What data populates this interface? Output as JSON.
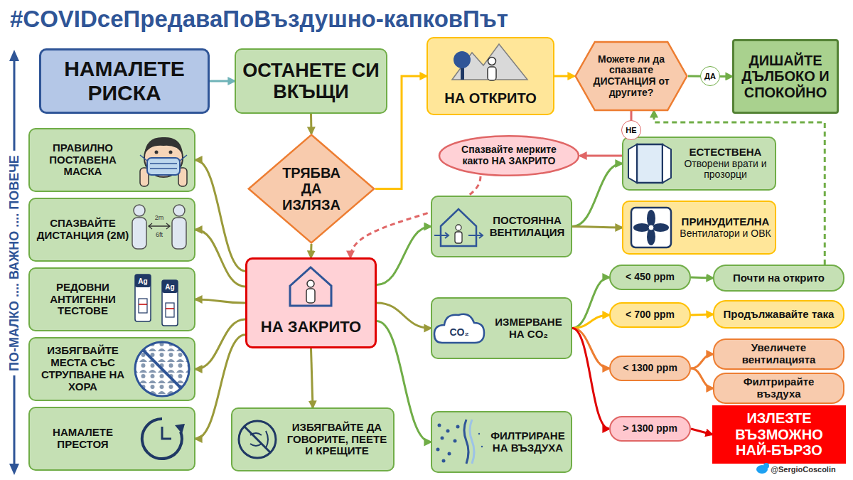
{
  "diagram": {
    "title": "#COVIDсеПредаваПоВъздушно-капковПът",
    "nodes": [
      {
        "text": [
          "НАМАЛЕТЕ РИСКА"
        ]
      },
      {
        "text": [
          "ОСТАНЕТЕ СИ ВКЪЩИ"
        ]
      },
      {
        "text": [
          "НА ОТКРИТО"
        ]
      },
      {
        "text": [
          "Можете ли да спазвате ДИСТАНЦИЯ от другите?"
        ]
      },
      {
        "text": [
          "ДИШАЙТЕ ДЪЛБОКО И СПОКОЙНО"
        ]
      },
      {
        "text": [
          "ТРЯБВА ДА ИЗЛЯЗА"
        ]
      },
      {
        "text": [
          "Спазвайте мерките както НА ЗАКРИТО"
        ]
      },
      {
        "text": [
          "ПРАВИЛНО ПОСТАВЕНА МАСКА"
        ]
      },
      {
        "text": [
          "СПАЗВАЙТЕ ДИСТАНЦИЯ (2М)"
        ]
      },
      {
        "text": [
          "РЕДОВНИ АНТИГЕННИ ТЕСТОВЕ"
        ]
      },
      {
        "text": [
          "ИЗБЯГВАЙТЕ МЕСТА СЪС СТРУПВАНЕ НА ХОРА"
        ]
      },
      {
        "text": [
          "НАМАЛЕТЕ ПРЕСТОЯ"
        ]
      },
      {
        "text": [
          "НА ЗАКРИТО"
        ]
      },
      {
        "text": [
          "ЕСТЕСТВЕНА",
          "Отворени врати и прозорци"
        ]
      },
      {
        "text": [
          "ПОСТОЯННА ВЕНТИЛАЦИЯ"
        ]
      },
      {
        "text": [
          "ПРИНУДИТЕЛНА",
          "Вентилатори и ОВК"
        ]
      },
      {
        "text": [
          "< 450 ppm"
        ]
      },
      {
        "text": [
          "Почти на открито"
        ]
      },
      {
        "text": [
          "ИЗМЕРВАНЕ НА CO₂"
        ]
      },
      {
        "text": [
          "< 700 ppm"
        ]
      },
      {
        "text": [
          "Продължавайте така"
        ]
      },
      {
        "text": [
          "< 1300 ppm"
        ]
      },
      {
        "text": [
          "Увеличете вентилацията"
        ]
      },
      {
        "text": [
          "Филтрирайте въздуха"
        ]
      },
      {
        "text": [
          "ИЗБЯГВАЙТЕ ДА ГОВОРИТЕ, ПЕЕТЕ И КРЕЩИТЕ"
        ]
      },
      {
        "text": [
          "ФИЛТРИРАНЕ НА ВЪЗДУХА"
        ]
      },
      {
        "text": [
          "> 1300 ppm"
        ]
      },
      {
        "text": [
          "ИЗЛЕЗТЕ ВЪЗМОЖНО НАЙ-БЪРЗО"
        ]
      }
    ],
    "edges": [
      {
        "from": 0,
        "to": 1,
        "arrow": "to"
      },
      {
        "from": 1,
        "to": 5,
        "arrow": "to"
      },
      {
        "from": 5,
        "to": 2,
        "arrow": "to"
      },
      {
        "from": 5,
        "to": 12,
        "arrow": "to"
      },
      {
        "from": 2,
        "to": 3,
        "arrow": "to"
      },
      {
        "from": 3,
        "to": 4,
        "label": "ДА",
        "arrow": "to"
      },
      {
        "from": 3,
        "to": 6,
        "label": "НЕ",
        "arrow": "to"
      },
      {
        "from": 6,
        "to": 12,
        "arrow": "to"
      },
      {
        "from": 12,
        "to": 7,
        "arrow": "to"
      },
      {
        "from": 12,
        "to": 8,
        "arrow": "to"
      },
      {
        "from": 12,
        "to": 9,
        "arrow": "to"
      },
      {
        "from": 12,
        "to": 10,
        "arrow": "to"
      },
      {
        "from": 12,
        "to": 11,
        "arrow": "to"
      },
      {
        "from": 12,
        "to": 24,
        "arrow": "to"
      },
      {
        "from": 12,
        "to": 14,
        "arrow": "to"
      },
      {
        "from": 12,
        "to": 18,
        "arrow": "to"
      },
      {
        "from": 12,
        "to": 25,
        "arrow": "to"
      },
      {
        "from": 14,
        "to": 13,
        "arrow": "to"
      },
      {
        "from": 14,
        "to": 15,
        "arrow": "to"
      },
      {
        "from": 18,
        "to": 16,
        "arrow": "to"
      },
      {
        "from": 18,
        "to": 19,
        "arrow": "to"
      },
      {
        "from": 18,
        "to": 21,
        "arrow": "to"
      },
      {
        "from": 18,
        "to": 26,
        "arrow": "to"
      },
      {
        "from": 16,
        "to": 17,
        "arrow": "to"
      },
      {
        "from": 19,
        "to": 20,
        "arrow": "to"
      },
      {
        "from": 21,
        "to": 22,
        "arrow": "to"
      },
      {
        "from": 21,
        "to": 23,
        "arrow": "to"
      },
      {
        "from": 26,
        "to": 27,
        "arrow": "to"
      },
      {
        "from": 17,
        "to": 3,
        "arrow": "to"
      }
    ],
    "labels": [
      "ПО-МАЛКО .... ВАЖНО .... ПОВЕЧЕ",
      "2m",
      "6ft",
      "Ag",
      "Ag",
      "CO₂",
      "@SergioCoscolin"
    ]
  }
}
